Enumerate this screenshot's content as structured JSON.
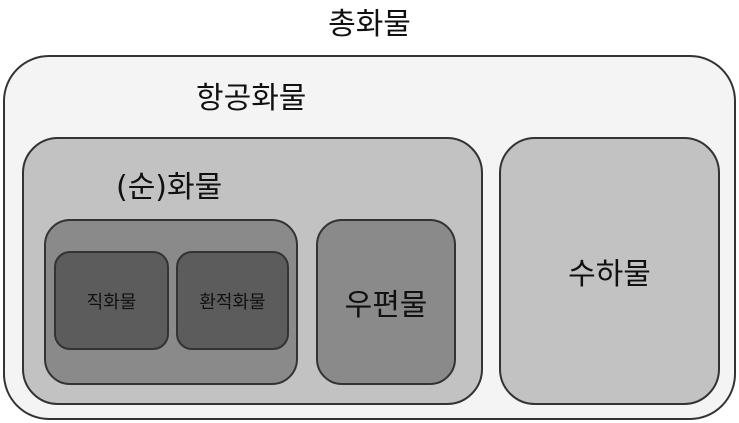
{
  "diagram": {
    "total": "총화물",
    "air_cargo": "항공화물",
    "net_cargo": "(순)화물",
    "direct_cargo": "직화물",
    "transfer_cargo": "환적화물",
    "mail": "우편물",
    "baggage": "수하물"
  },
  "colors": {
    "outer_fill": "#f4f4f4",
    "level2_fill": "#c2c2c2",
    "level3_fill": "#8a8a8a",
    "level4_fill": "#5c5c5c",
    "border": "#333333"
  }
}
